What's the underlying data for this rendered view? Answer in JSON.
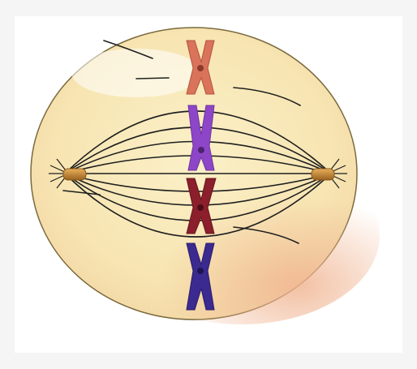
{
  "diagram": {
    "colors": {
      "page_background": "#f5f5f5",
      "cell_fill": "#f7e7b4",
      "cell_outline": "#7a6a3c",
      "cell_shadow": "#f2c7a4",
      "spindle_fibers": "#1f1f1f",
      "centrosome": "#c9892e",
      "centrosome_dark": "#8a5a1c",
      "chromosome_1": "#d9735a",
      "chromosome_2": "#8e46c8",
      "chromosome_3": "#8b1f2b",
      "chromosome_4": "#3b2a8f"
    },
    "structures": [
      {
        "name": "cell-membrane"
      },
      {
        "name": "spindle-fibers"
      },
      {
        "name": "centrosome-left"
      },
      {
        "name": "centrosome-right"
      },
      {
        "name": "chromosome-1"
      },
      {
        "name": "chromosome-2"
      },
      {
        "name": "chromosome-3"
      },
      {
        "name": "chromosome-4"
      }
    ]
  }
}
